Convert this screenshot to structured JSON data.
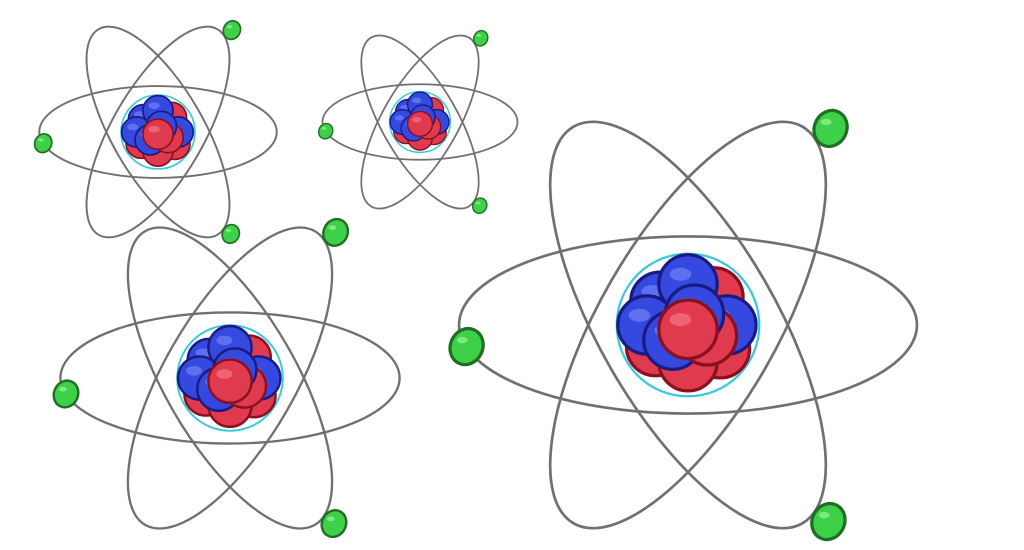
{
  "colors": {
    "background": "#ffffff",
    "orbit": "#707070",
    "shell": "#3cc8dc",
    "proton": "#e03a4e",
    "proton_highlight": "#f26a7c",
    "proton_dark": "#8a1020",
    "neutron": "#3548e0",
    "neutron_highlight": "#6478f2",
    "neutron_dark": "#1a1a80",
    "electron": "#3fd04a",
    "electron_dark": "#1e6e24"
  },
  "atoms": [
    {
      "id": "atom-small-top-left",
      "orbits": 3,
      "electrons": 3,
      "nucleons": 12,
      "icon": "atom-icon"
    },
    {
      "id": "atom-small-top-middle",
      "orbits": 3,
      "electrons": 3,
      "nucleons": 12,
      "icon": "atom-icon"
    },
    {
      "id": "atom-medium-bottom-left",
      "orbits": 3,
      "electrons": 3,
      "nucleons": 12,
      "icon": "atom-icon"
    },
    {
      "id": "atom-large-right",
      "orbits": 3,
      "electrons": 3,
      "nucleons": 12,
      "icon": "atom-icon"
    }
  ]
}
